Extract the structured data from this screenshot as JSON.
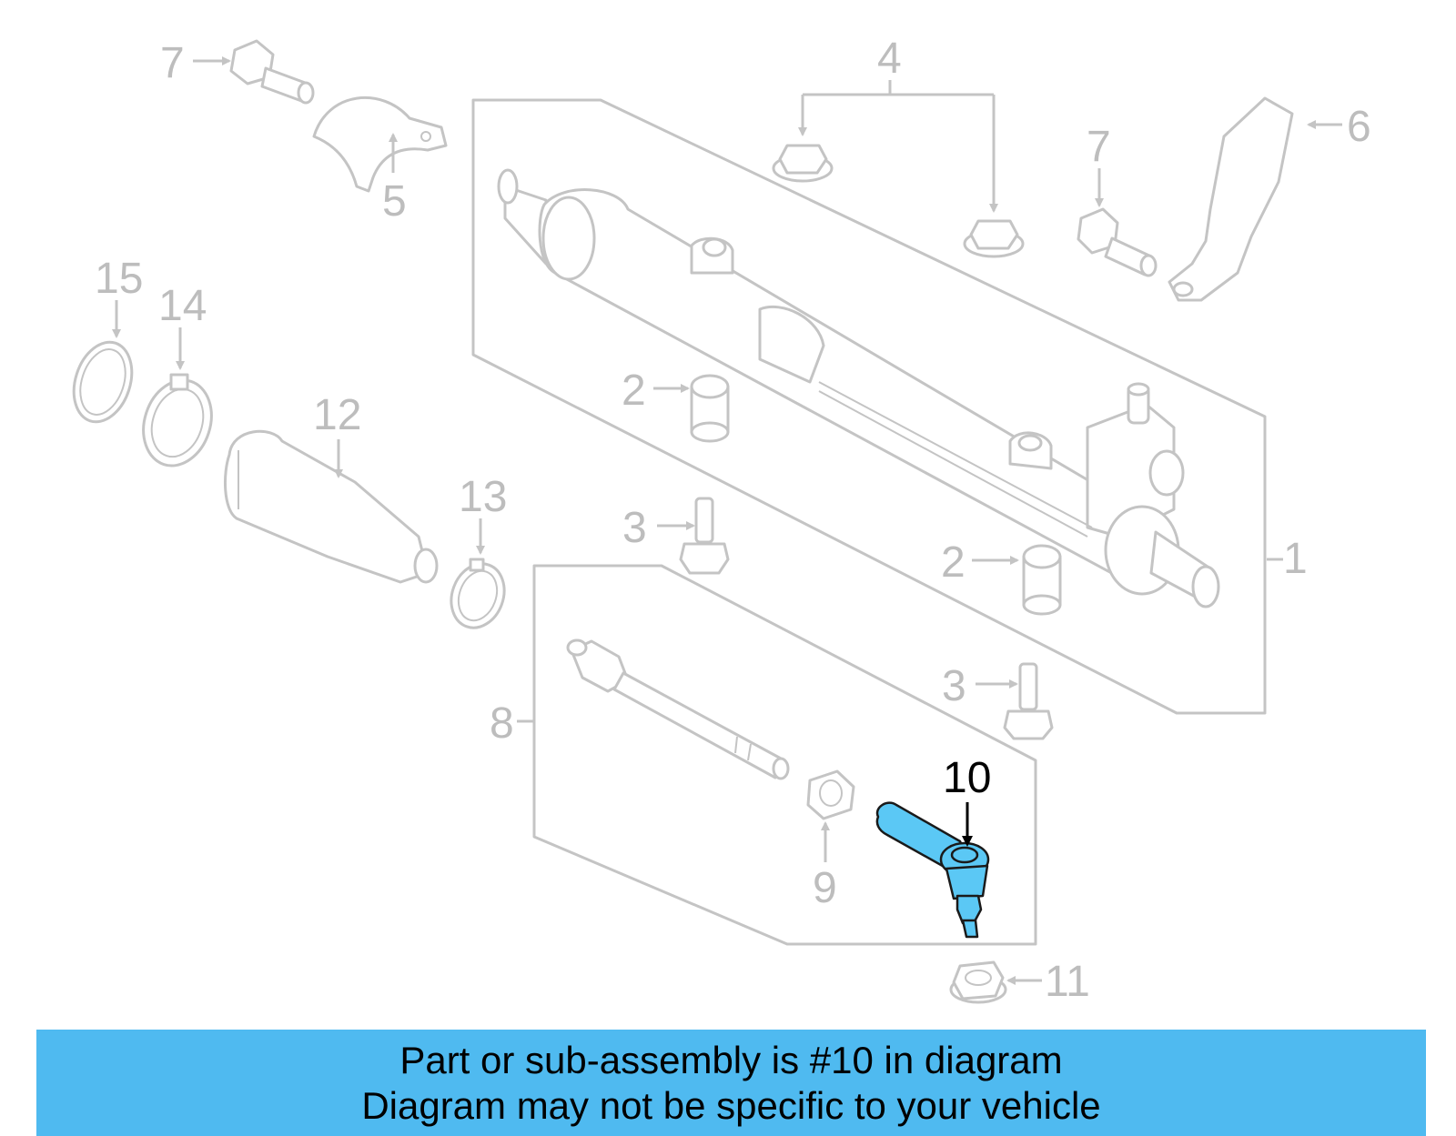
{
  "highlight_color": "#5bc8f5",
  "banner_color": "#4fbaf0",
  "callouts": {
    "c1": "1",
    "c2a": "2",
    "c2b": "2",
    "c3a": "3",
    "c3b": "3",
    "c4": "4",
    "c5": "5",
    "c6": "6",
    "c7a": "7",
    "c7b": "7",
    "c8": "8",
    "c9": "9",
    "c10": "10",
    "c11": "11",
    "c12": "12",
    "c13": "13",
    "c14": "14",
    "c15": "15"
  },
  "banner": {
    "line1": "Part or sub-assembly is #10 in diagram",
    "line2": "Diagram may not be specific to your vehicle"
  }
}
